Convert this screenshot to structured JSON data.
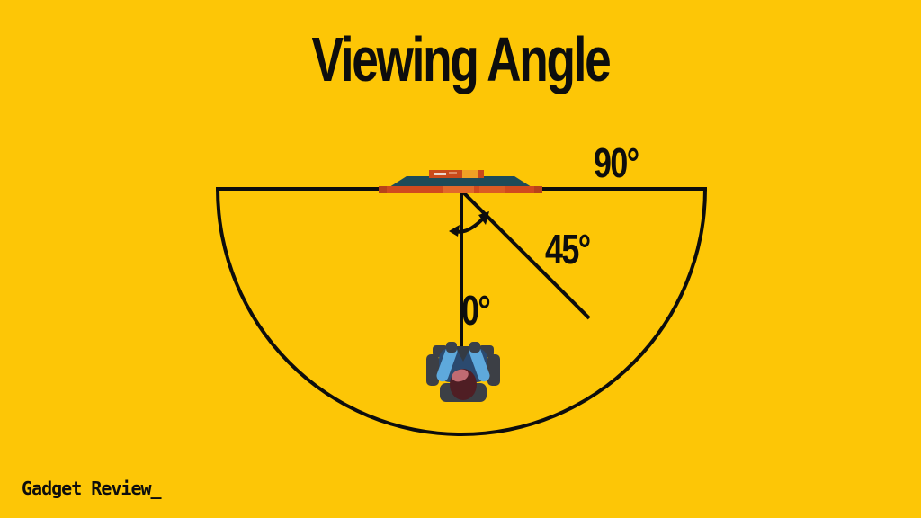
{
  "title": "Viewing Angle",
  "brand": "Gadget Review_",
  "angle_labels": {
    "ninety": "90°",
    "fortyfive": "45°",
    "zero": "0°"
  },
  "diagram": {
    "type": "viewing-angle-semicircle",
    "description": "Top-down diagram of a flat-screen TV with a semicircular viewing field; a viewer seated directly in front at 0°, a 45° off-axis line, and the 90° edge of the field are marked with a small angle arc arrow at the vertex.",
    "angles_deg": [
      0,
      45,
      90
    ]
  },
  "colors": {
    "background": "#FDC606",
    "line": "#0D0D0D",
    "tv_screen": "#1E4B58",
    "tv_base": "#D04A1E",
    "tv_accent": "#EFA125",
    "chair": "#3C3F45",
    "shirt": "#2B4A6F",
    "sleeves": "#5EA9DC",
    "head": "#4F1E24",
    "face": "#C06B72"
  }
}
